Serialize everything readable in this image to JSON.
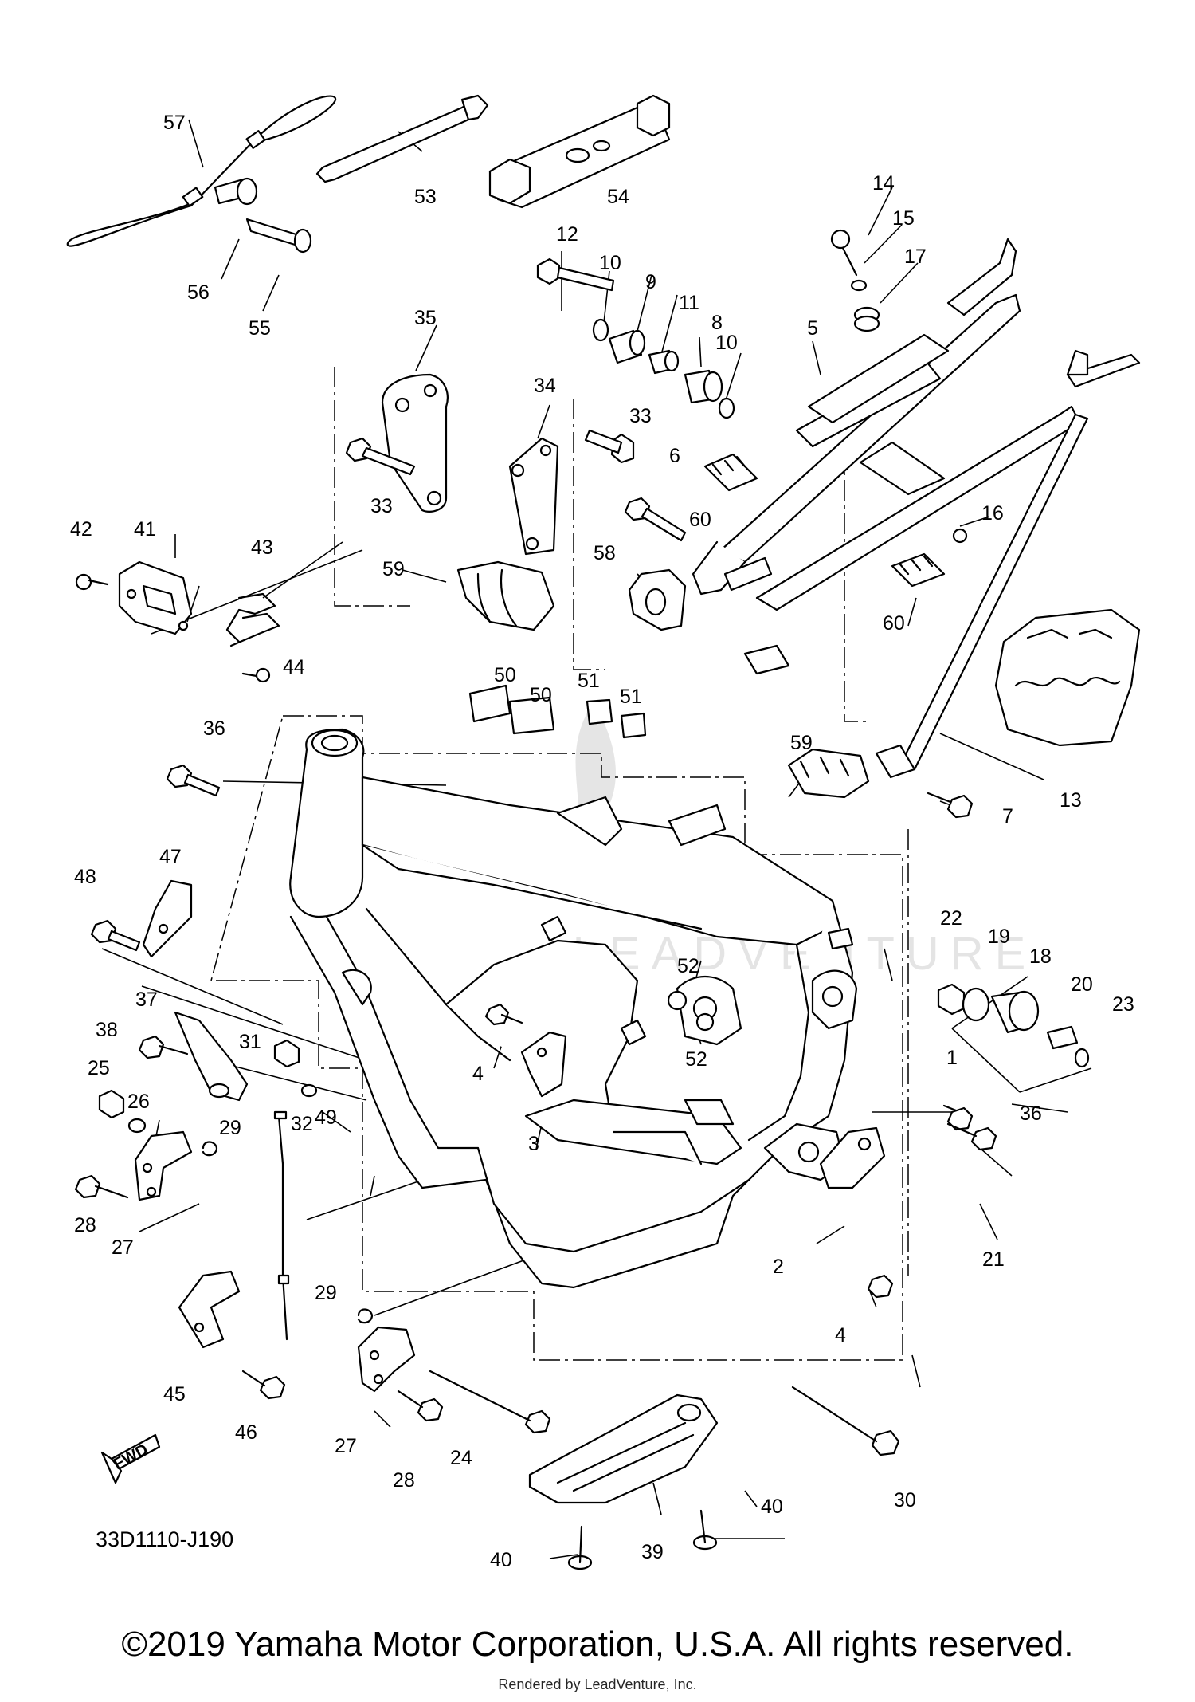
{
  "diagram": {
    "code": "33D1110-J190",
    "fwd_label": "FWD",
    "copyright": "©2019 Yamaha Motor Corporation, U.S.A. All rights reserved.",
    "rendered_by": "Rendered by LeadVenture, Inc.",
    "watermark": "LEADVENTURE",
    "callouts": [
      {
        "id": "c1",
        "text": "1"
      },
      {
        "id": "c2",
        "text": "2"
      },
      {
        "id": "c3",
        "text": "3"
      },
      {
        "id": "c4a",
        "text": "4"
      },
      {
        "id": "c4b",
        "text": "4"
      },
      {
        "id": "c5",
        "text": "5"
      },
      {
        "id": "c6",
        "text": "6"
      },
      {
        "id": "c7",
        "text": "7"
      },
      {
        "id": "c8",
        "text": "8"
      },
      {
        "id": "c9",
        "text": "9"
      },
      {
        "id": "c10a",
        "text": "10"
      },
      {
        "id": "c10b",
        "text": "10"
      },
      {
        "id": "c11",
        "text": "11"
      },
      {
        "id": "c12",
        "text": "12"
      },
      {
        "id": "c13",
        "text": "13"
      },
      {
        "id": "c14",
        "text": "14"
      },
      {
        "id": "c15",
        "text": "15"
      },
      {
        "id": "c16",
        "text": "16"
      },
      {
        "id": "c17",
        "text": "17"
      },
      {
        "id": "c18",
        "text": "18"
      },
      {
        "id": "c19",
        "text": "19"
      },
      {
        "id": "c20",
        "text": "20"
      },
      {
        "id": "c21",
        "text": "21"
      },
      {
        "id": "c22",
        "text": "22"
      },
      {
        "id": "c23",
        "text": "23"
      },
      {
        "id": "c24",
        "text": "24"
      },
      {
        "id": "c25",
        "text": "25"
      },
      {
        "id": "c26",
        "text": "26"
      },
      {
        "id": "c27a",
        "text": "27"
      },
      {
        "id": "c27b",
        "text": "27"
      },
      {
        "id": "c28a",
        "text": "28"
      },
      {
        "id": "c28b",
        "text": "28"
      },
      {
        "id": "c29a",
        "text": "29"
      },
      {
        "id": "c29b",
        "text": "29"
      },
      {
        "id": "c30",
        "text": "30"
      },
      {
        "id": "c31",
        "text": "31"
      },
      {
        "id": "c32",
        "text": "32"
      },
      {
        "id": "c33a",
        "text": "33"
      },
      {
        "id": "c33b",
        "text": "33"
      },
      {
        "id": "c34",
        "text": "34"
      },
      {
        "id": "c35",
        "text": "35"
      },
      {
        "id": "c36a",
        "text": "36"
      },
      {
        "id": "c36b",
        "text": "36"
      },
      {
        "id": "c37",
        "text": "37"
      },
      {
        "id": "c38",
        "text": "38"
      },
      {
        "id": "c39",
        "text": "39"
      },
      {
        "id": "c40a",
        "text": "40"
      },
      {
        "id": "c40b",
        "text": "40"
      },
      {
        "id": "c41",
        "text": "41"
      },
      {
        "id": "c42",
        "text": "42"
      },
      {
        "id": "c43",
        "text": "43"
      },
      {
        "id": "c44",
        "text": "44"
      },
      {
        "id": "c45",
        "text": "45"
      },
      {
        "id": "c46",
        "text": "46"
      },
      {
        "id": "c47",
        "text": "47"
      },
      {
        "id": "c48",
        "text": "48"
      },
      {
        "id": "c49",
        "text": "49"
      },
      {
        "id": "c50a",
        "text": "50"
      },
      {
        "id": "c50b",
        "text": "50"
      },
      {
        "id": "c51a",
        "text": "51"
      },
      {
        "id": "c51b",
        "text": "51"
      },
      {
        "id": "c52a",
        "text": "52"
      },
      {
        "id": "c52b",
        "text": "52"
      },
      {
        "id": "c53",
        "text": "53"
      },
      {
        "id": "c54",
        "text": "54"
      },
      {
        "id": "c55",
        "text": "55"
      },
      {
        "id": "c56",
        "text": "56"
      },
      {
        "id": "c57",
        "text": "57"
      },
      {
        "id": "c58",
        "text": "58"
      },
      {
        "id": "c59a",
        "text": "59"
      },
      {
        "id": "c59b",
        "text": "59"
      },
      {
        "id": "c60a",
        "text": "60"
      },
      {
        "id": "c60b",
        "text": "60"
      }
    ]
  }
}
